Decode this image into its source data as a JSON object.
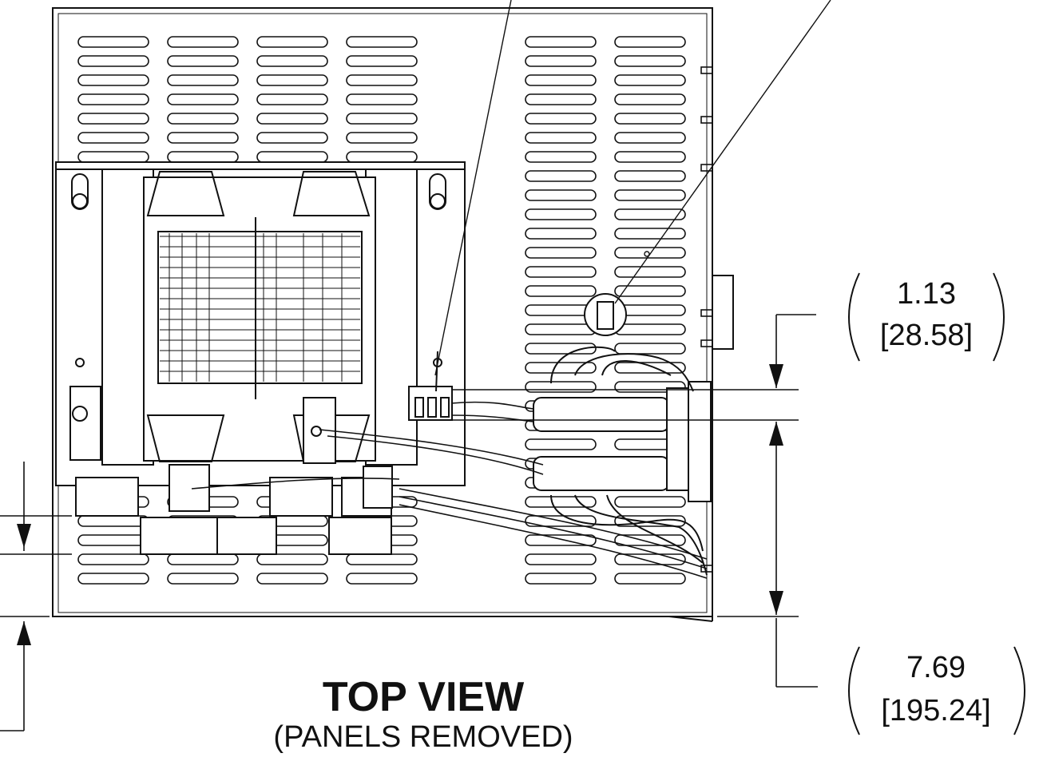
{
  "view": {
    "title": "TOP VIEW",
    "subtitle": "(PANELS REMOVED)"
  },
  "dimensions": [
    {
      "inches": "1.13",
      "mm": "[28.58]"
    },
    {
      "inches": "7.69",
      "mm": "[195.24]"
    }
  ],
  "colors": {
    "line": "#111111",
    "background": "#ffffff"
  }
}
